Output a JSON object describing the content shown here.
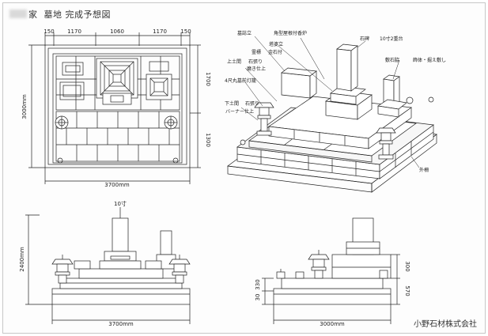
{
  "title": {
    "prefix": "家",
    "main": "墓地 完成予想図"
  },
  "plan": {
    "top_dims": [
      "150",
      "1170",
      "1060",
      "1170",
      "150"
    ],
    "left_total": "3000mm",
    "right_back": "1700",
    "right_front": "1300",
    "bottom_total": "3700mm"
  },
  "perspective_labels": {
    "tomb_vase": "墓誌立",
    "incense": "角型屋根付香炉",
    "monument": "塔婆立",
    "stone_tablet": "石碑",
    "stone_tablet_note": "10寸2重台",
    "lantern_stand": "霊標",
    "lantern_note": "金石付",
    "upper_step": "上土間",
    "upper_step_note": "石張り",
    "upper_step_note2": "磨き仕上",
    "lantern": "4尺丸墓前灯籠",
    "lower_step": "下土間",
    "lower_step_note": "石張り",
    "lower_step_note2": "バーナー仕上",
    "decor": "敷石脇",
    "decor_note": "飾体・掘え敷し",
    "outer_frame": "外柵"
  },
  "front_elevation": {
    "height": "2400mm",
    "width": "3700mm",
    "stone_label": "10寸"
  },
  "side_elevation": {
    "h1": "300",
    "h2": "570",
    "left1": "30",
    "left2": "330",
    "width": "3000mm"
  },
  "company": "小野石材株式会社"
}
